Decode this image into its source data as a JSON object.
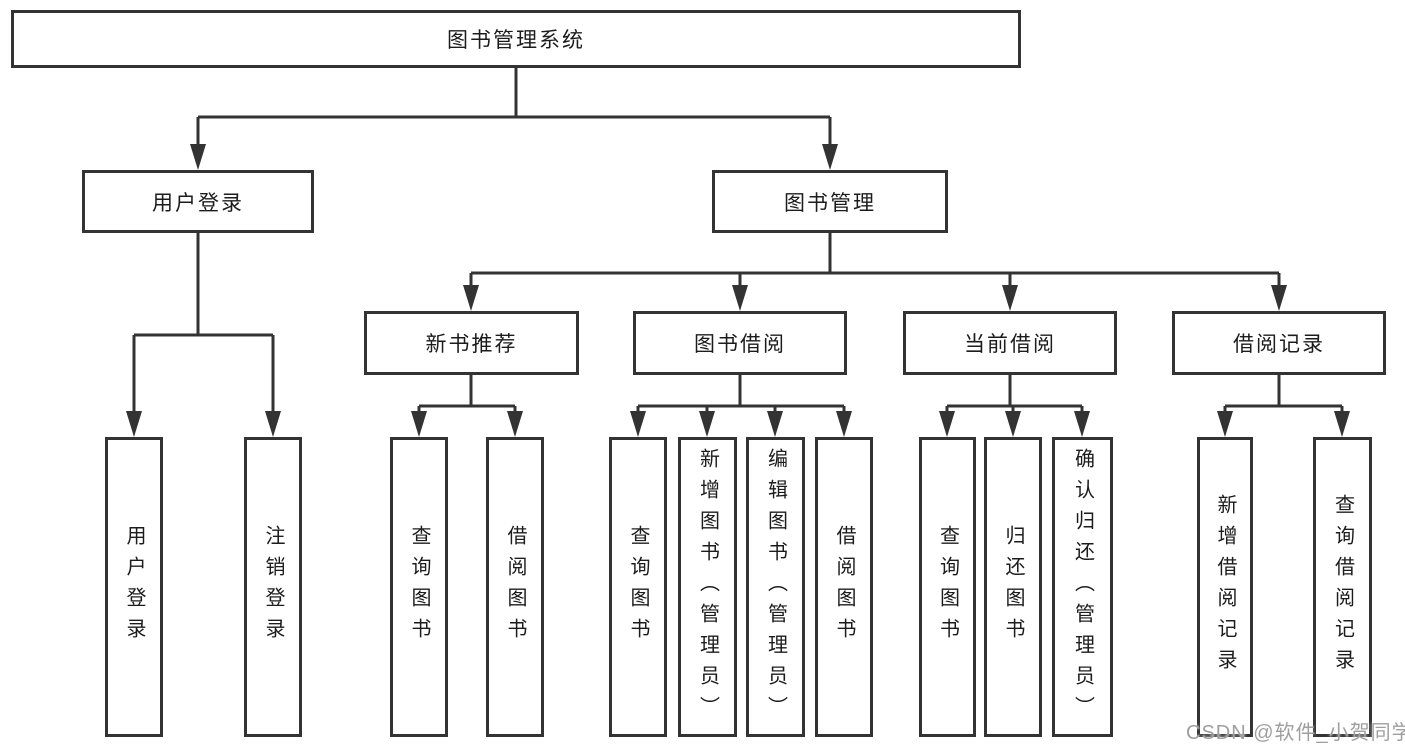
{
  "palette": {
    "background": "#ffffff",
    "line": "#333333",
    "box_border": "#333333",
    "box_fill": "#ffffff",
    "text": "#1c1c1c",
    "watermark": "#9f9f9f"
  },
  "diagram": {
    "root": {
      "label": "图书管理系统"
    },
    "level2": [
      {
        "label": "用户登录"
      },
      {
        "label": "图书管理"
      }
    ],
    "level3": [
      {
        "label": "新书推荐",
        "parent": "图书管理"
      },
      {
        "label": "图书借阅",
        "parent": "图书管理"
      },
      {
        "label": "当前借阅",
        "parent": "图书管理"
      },
      {
        "label": "借阅记录",
        "parent": "图书管理"
      }
    ],
    "leaves": [
      {
        "label": "用户登录",
        "parent": "用户登录"
      },
      {
        "label": "注销登录",
        "parent": "用户登录"
      },
      {
        "label": "查询图书",
        "parent": "新书推荐"
      },
      {
        "label": "借阅图书",
        "parent": "新书推荐"
      },
      {
        "label": "查询图书",
        "parent": "图书借阅"
      },
      {
        "label": "新增图书（管理员）",
        "parent": "图书借阅"
      },
      {
        "label": "编辑图书（管理员）",
        "parent": "图书借阅"
      },
      {
        "label": "借阅图书",
        "parent": "图书借阅"
      },
      {
        "label": "查询图书",
        "parent": "当前借阅"
      },
      {
        "label": "归还图书",
        "parent": "当前借阅"
      },
      {
        "label": "确认归还（管理员）",
        "parent": "当前借阅"
      },
      {
        "label": "新增借阅记录",
        "parent": "借阅记录"
      },
      {
        "label": "查询借阅记录",
        "parent": "借阅记录"
      }
    ]
  },
  "watermark": {
    "label": "CSDN @软件_小贺同学"
  }
}
